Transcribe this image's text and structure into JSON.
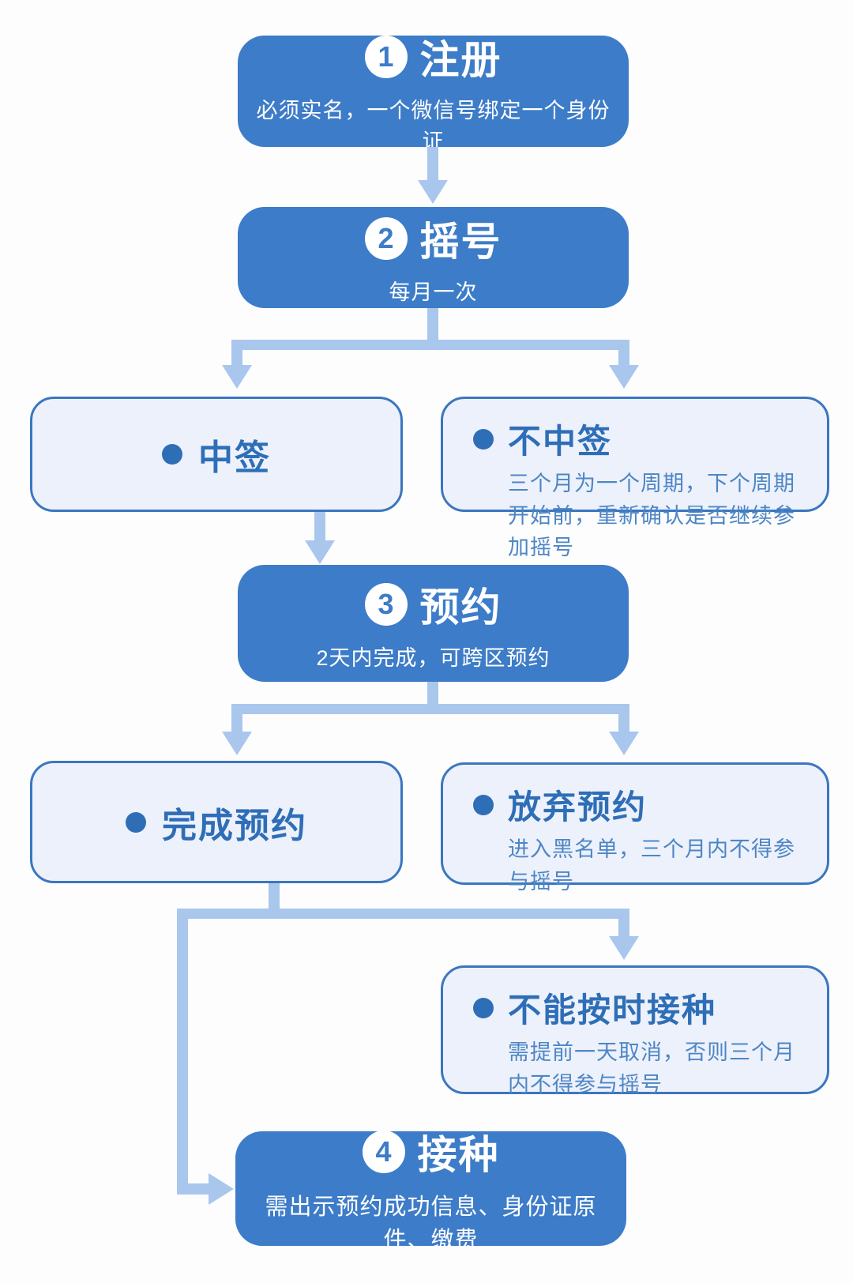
{
  "colors": {
    "node_blue": "#3d7cc8",
    "panel_fill": "#edf1fb",
    "panel_border": "#3b76c0",
    "connector_blue": "#a9c7ec",
    "title_blue": "#2e6eb7",
    "desc_blue": "#4d86c5"
  },
  "flow": {
    "step1": {
      "num": "1",
      "title": "注册",
      "subtitle": "必须实名，一个微信号绑定一个身份证"
    },
    "step2": {
      "num": "2",
      "title": "摇号",
      "subtitle": "每月一次"
    },
    "win": {
      "title": "中签"
    },
    "lose": {
      "title": "不中签",
      "desc": "三个月为一个周期，下个周期开始前，重新确认是否继续参加摇号"
    },
    "step3": {
      "num": "3",
      "title": "预约",
      "subtitle": "2天内完成，可跨区预约"
    },
    "complete": {
      "title": "完成预约"
    },
    "abandon": {
      "title": "放弃预约",
      "desc": "进入黑名单，三个月内不得参与摇号"
    },
    "late": {
      "title": "不能按时接种",
      "desc": "需提前一天取消，否则三个月内不得参与摇号"
    },
    "step4": {
      "num": "4",
      "title": "接种",
      "subtitle": "需出示预约成功信息、身份证原件、缴费"
    }
  }
}
